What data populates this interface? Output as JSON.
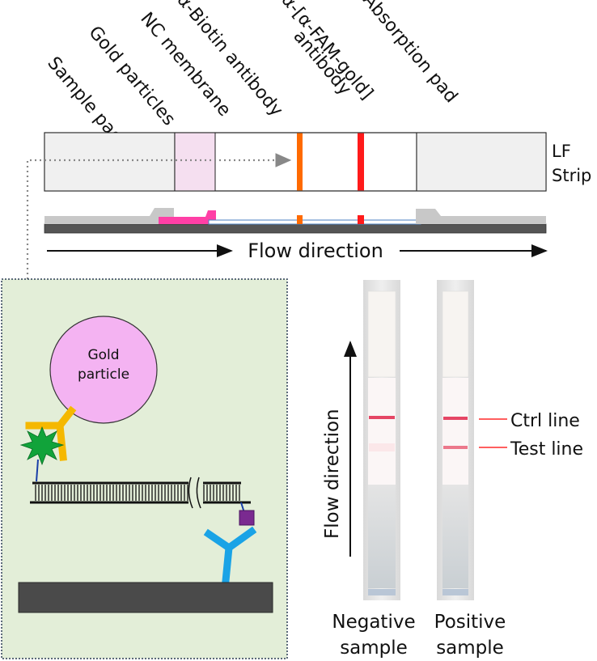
{
  "strip_labels": {
    "sample_pad": "Sample pad",
    "gold_particles": "Gold particles",
    "nc_membrane": "NC membrane",
    "biotin_antibody": "α-Biotin antibody",
    "fam_gold_antibody_line1": "α-[α-FAM-gold]",
    "fam_gold_antibody_line2": "antibody",
    "absorption_pad": "Absorption pad"
  },
  "lf_strip_label": {
    "line1": "LF",
    "line2": "Strip"
  },
  "flow_direction_label": "Flow direction",
  "inset": {
    "gold_particle_line1": "Gold",
    "gold_particle_line2": "particle"
  },
  "photo": {
    "flow_direction_label": "Flow direction",
    "ctrl_line_label": "Ctrl line",
    "test_line_label": "Test line",
    "negative_line1": "Negative",
    "negative_line2": "sample",
    "positive_line1": "Positive",
    "positive_line2": "sample"
  },
  "colors": {
    "nc_pad": "#f5dff0",
    "biotin_line": "#ff6a00",
    "fam_line": "#ff1a1a",
    "inset_bg": "#e3eed8",
    "gold_particle": "#f4b3f2",
    "antibody_yellow": "#f5b800",
    "antibody_blue": "#1aa3e6",
    "fam_star": "#11a33a",
    "biotin_square": "#7a2a90"
  }
}
